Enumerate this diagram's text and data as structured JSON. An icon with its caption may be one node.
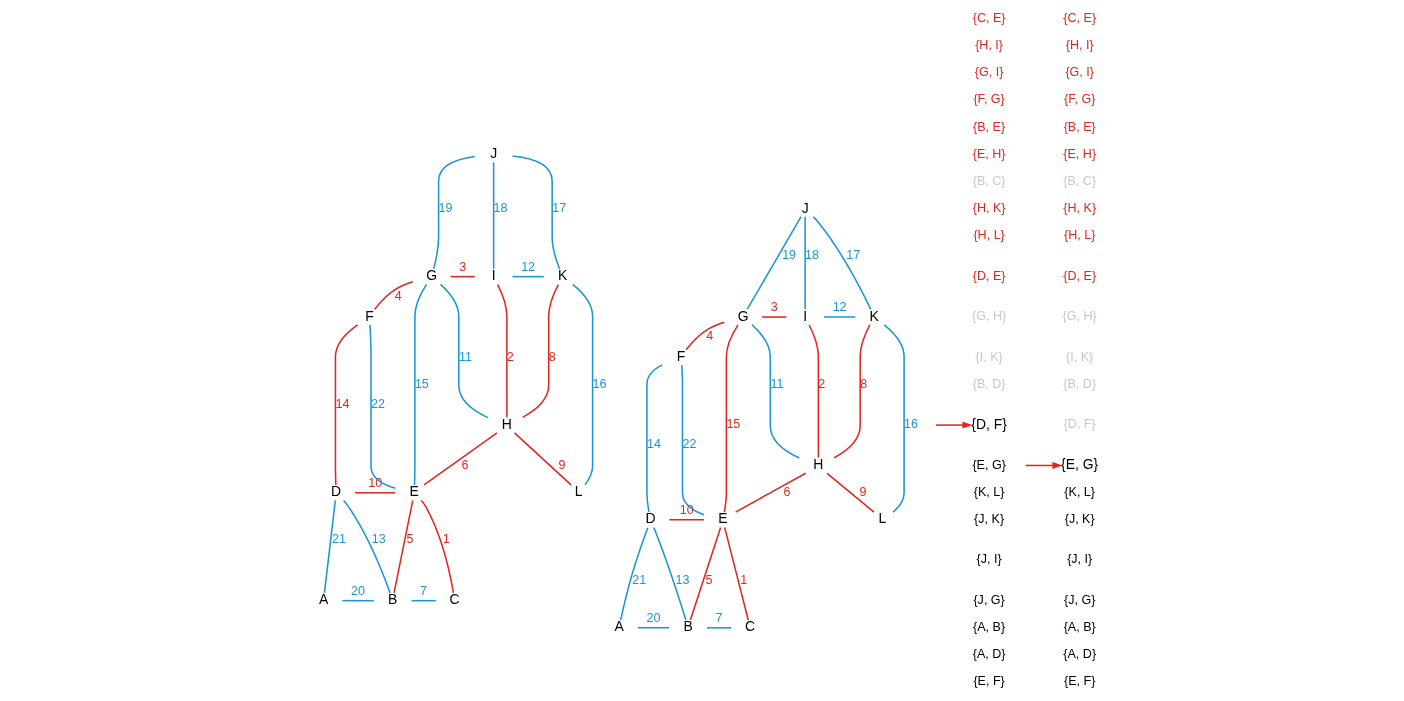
{
  "diagram": {
    "nodes": [
      {
        "text": [
          "A"
        ]
      },
      {
        "text": [
          "B"
        ]
      },
      {
        "text": [
          "C"
        ]
      },
      {
        "text": [
          "D"
        ]
      },
      {
        "text": [
          "E"
        ]
      },
      {
        "text": [
          "F"
        ]
      },
      {
        "text": [
          "G"
        ]
      },
      {
        "text": [
          "H"
        ]
      },
      {
        "text": [
          "I"
        ]
      },
      {
        "text": [
          "J"
        ]
      },
      {
        "text": [
          "K"
        ]
      },
      {
        "text": [
          "L"
        ]
      },
      {
        "text": [
          "A"
        ]
      },
      {
        "text": [
          "B"
        ]
      },
      {
        "text": [
          "C"
        ]
      },
      {
        "text": [
          "D"
        ]
      },
      {
        "text": [
          "E"
        ]
      },
      {
        "text": [
          "F"
        ]
      },
      {
        "text": [
          "G"
        ]
      },
      {
        "text": [
          "H"
        ]
      },
      {
        "text": [
          "I"
        ]
      },
      {
        "text": [
          "J"
        ]
      },
      {
        "text": [
          "K"
        ]
      },
      {
        "text": [
          "L"
        ]
      },
      {
        "text": [
          "{D, F}"
        ]
      },
      {
        "text": [
          "{E, G}"
        ]
      }
    ],
    "edges": [
      {
        "from": 2,
        "to": 4,
        "arrow": "none",
        "label": "1",
        "color": "#e0261f"
      },
      {
        "from": 7,
        "to": 8,
        "arrow": "none",
        "label": "2",
        "color": "#e0261f"
      },
      {
        "from": 6,
        "to": 8,
        "arrow": "none",
        "label": "3",
        "color": "#e0261f"
      },
      {
        "from": 5,
        "to": 6,
        "arrow": "none",
        "label": "4",
        "color": "#e0261f"
      },
      {
        "from": 1,
        "to": 4,
        "arrow": "none",
        "label": "5",
        "color": "#e0261f"
      },
      {
        "from": 4,
        "to": 7,
        "arrow": "none",
        "label": "6",
        "color": "#e0261f"
      },
      {
        "from": 1,
        "to": 2,
        "arrow": "none",
        "label": "7"
      },
      {
        "from": 7,
        "to": 10,
        "arrow": "none",
        "label": "8",
        "color": "#e0261f"
      },
      {
        "from": 7,
        "to": 11,
        "arrow": "none",
        "label": "9",
        "color": "#e0261f"
      },
      {
        "from": 3,
        "to": 4,
        "arrow": "none",
        "label": "10",
        "color": "#e0261f"
      },
      {
        "from": 6,
        "to": 7,
        "arrow": "none",
        "label": "11"
      },
      {
        "from": 8,
        "to": 10,
        "arrow": "none",
        "label": "12"
      },
      {
        "from": 1,
        "to": 3,
        "arrow": "none",
        "label": "13"
      },
      {
        "from": 3,
        "to": 5,
        "arrow": "none",
        "label": "14",
        "color": "#e0261f"
      },
      {
        "from": 4,
        "to": 6,
        "arrow": "none",
        "label": "15"
      },
      {
        "from": 10,
        "to": 11,
        "arrow": "none",
        "label": "16"
      },
      {
        "from": 9,
        "to": 10,
        "arrow": "none",
        "label": "17"
      },
      {
        "from": 9,
        "to": 8,
        "arrow": "none",
        "label": "18"
      },
      {
        "from": 9,
        "to": 6,
        "arrow": "none",
        "label": "19"
      },
      {
        "from": 0,
        "to": 1,
        "arrow": "none",
        "label": "20"
      },
      {
        "from": 0,
        "to": 3,
        "arrow": "none",
        "label": "21"
      },
      {
        "from": 4,
        "to": 5,
        "arrow": "none",
        "label": "22"
      },
      {
        "from": 14,
        "to": 16,
        "arrow": "none",
        "label": "1",
        "color": "#e0261f"
      },
      {
        "from": 19,
        "to": 20,
        "arrow": "none",
        "label": "2",
        "color": "#e0261f"
      },
      {
        "from": 18,
        "to": 20,
        "arrow": "none",
        "label": "3",
        "color": "#e0261f"
      },
      {
        "from": 17,
        "to": 18,
        "arrow": "none",
        "label": "4",
        "color": "#e0261f"
      },
      {
        "from": 13,
        "to": 16,
        "arrow": "none",
        "label": "5",
        "color": "#e0261f"
      },
      {
        "from": 16,
        "to": 19,
        "arrow": "none",
        "label": "6",
        "color": "#e0261f"
      },
      {
        "from": 13,
        "to": 14,
        "arrow": "none",
        "label": "7"
      },
      {
        "from": 19,
        "to": 22,
        "arrow": "none",
        "label": "8",
        "color": "#e0261f"
      },
      {
        "from": 19,
        "to": 23,
        "arrow": "none",
        "label": "9",
        "color": "#e0261f"
      },
      {
        "from": 15,
        "to": 16,
        "arrow": "none",
        "label": "10",
        "color": "#e0261f"
      },
      {
        "from": 18,
        "to": 19,
        "arrow": "none",
        "label": "11"
      },
      {
        "from": 20,
        "to": 22,
        "arrow": "none",
        "label": "12"
      },
      {
        "from": 13,
        "to": 15,
        "arrow": "none",
        "label": "13"
      },
      {
        "from": 15,
        "to": 17,
        "arrow": "none",
        "label": "14"
      },
      {
        "from": 16,
        "to": 18,
        "arrow": "none",
        "label": "15",
        "color": "#e0261f"
      },
      {
        "from": 22,
        "to": 23,
        "arrow": "none",
        "label": "16"
      },
      {
        "from": 21,
        "to": 22,
        "arrow": "none",
        "label": "17"
      },
      {
        "from": 21,
        "to": 20,
        "arrow": "none",
        "label": "18"
      },
      {
        "from": 21,
        "to": 18,
        "arrow": "none",
        "label": "19"
      },
      {
        "from": 12,
        "to": 13,
        "arrow": "none",
        "label": "20"
      },
      {
        "from": 12,
        "to": 15,
        "arrow": "none",
        "label": "21"
      },
      {
        "from": 16,
        "to": 17,
        "arrow": "none",
        "label": "22"
      },
      {
        "from": null,
        "to": 24,
        "arrow": "to",
        "color": "#e0261f"
      },
      {
        "from": null,
        "to": 25,
        "arrow": "to",
        "color": "#e0261f"
      }
    ],
    "labels": [
      "{C, E}",
      "{H, I}",
      "{G, I}",
      "{F, G}",
      "{B, E}",
      "{E, H}",
      "{B, C}",
      "{H, K}",
      "{H, L}",
      "{D, E}",
      "{G, H}",
      "{I, K}",
      "{B, D}",
      "{E, G}",
      "{K, L}",
      "{J, K}",
      "{J, I}",
      "{J, G}",
      "{A, B}",
      "{A, D}",
      "{E, F}",
      "{C, E}",
      "{H, I}",
      "{G, I}",
      "{F, G}",
      "{B, E}",
      "{E, H}",
      "{B, C}",
      "{H, K}",
      "{H, L}",
      "{D, E}",
      "{G, H}",
      "{I, K}",
      "{B, D}",
      "{D, F}",
      "{K, L}",
      "{J, K}",
      "{J, I}",
      "{J, G}",
      "{A, B}",
      "{A, D}",
      "{E, F}"
    ]
  }
}
